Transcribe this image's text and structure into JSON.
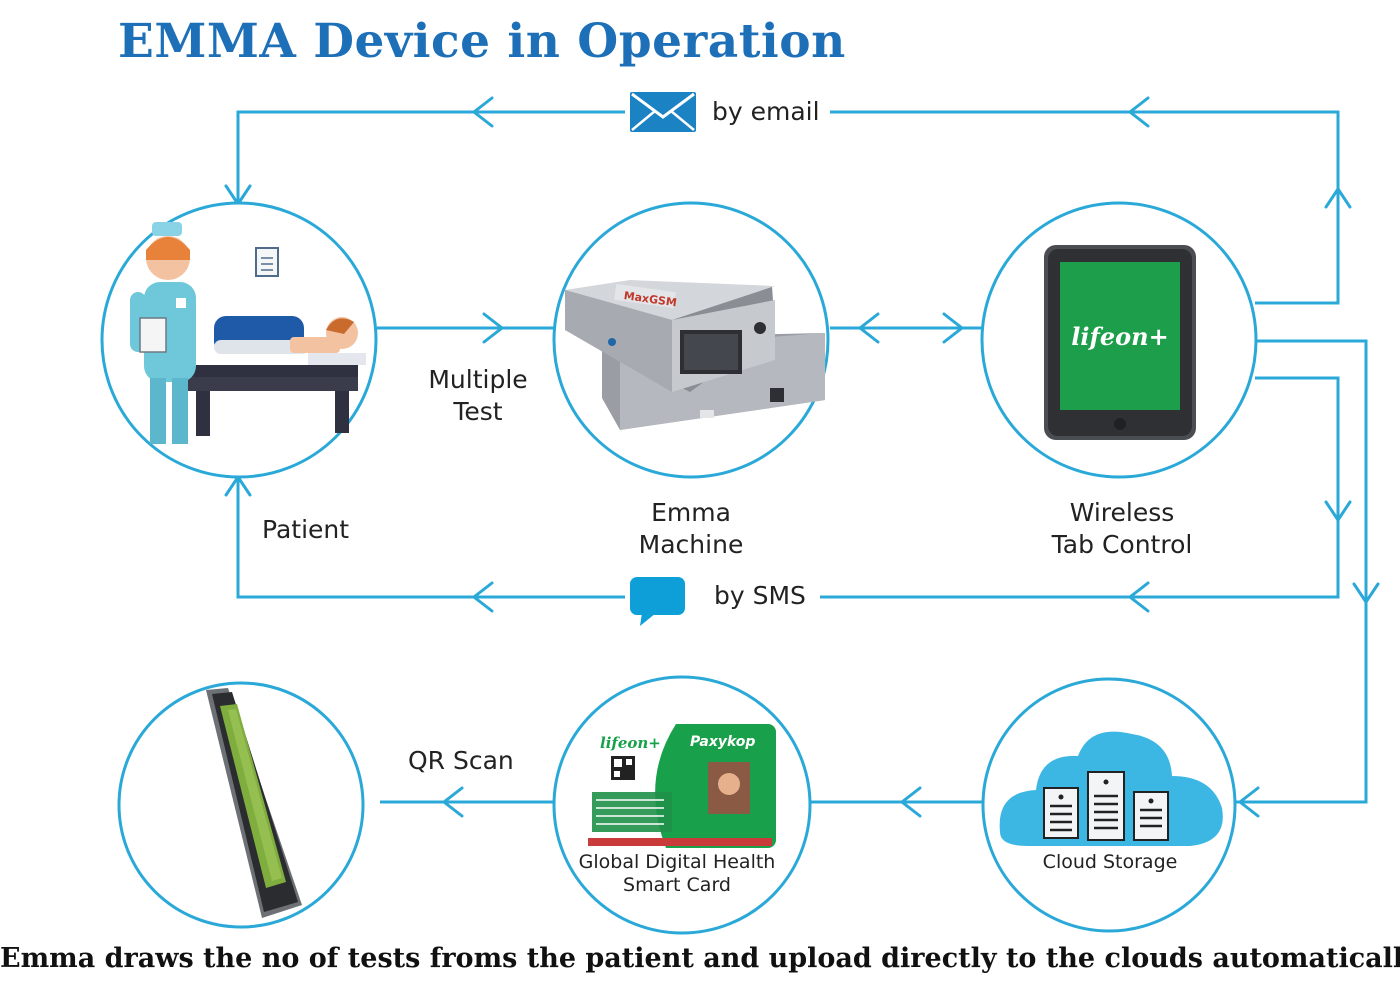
{
  "title": "EMMA Device in Operation",
  "labels": {
    "by_email": "by email",
    "by_sms": "by SMS",
    "multiple_test": [
      "Multiple",
      "Test"
    ],
    "patient": "Patient",
    "emma_machine": [
      "Emma",
      "Machine"
    ],
    "wireless_tab": [
      "Wireless",
      "Tab Control"
    ],
    "qr_scan": "QR Scan",
    "smart_card": [
      "Global Digital Health",
      "Smart Card"
    ],
    "cloud_storage": "Cloud Storage"
  },
  "device_text": {
    "machine_brand": "MaxGSM",
    "tablet_logo": "lifeon+",
    "card_logo": "lifeon+",
    "card_brand": "Paxykop"
  },
  "colors": {
    "line": "#2aa9d8",
    "title": "#1d6fb8",
    "card_green": "#18a14a",
    "tablet_green": "#1d9e4b",
    "cloud": "#3cb7e3",
    "sms": "#0f9fd8",
    "email": "#1b82c4"
  }
}
